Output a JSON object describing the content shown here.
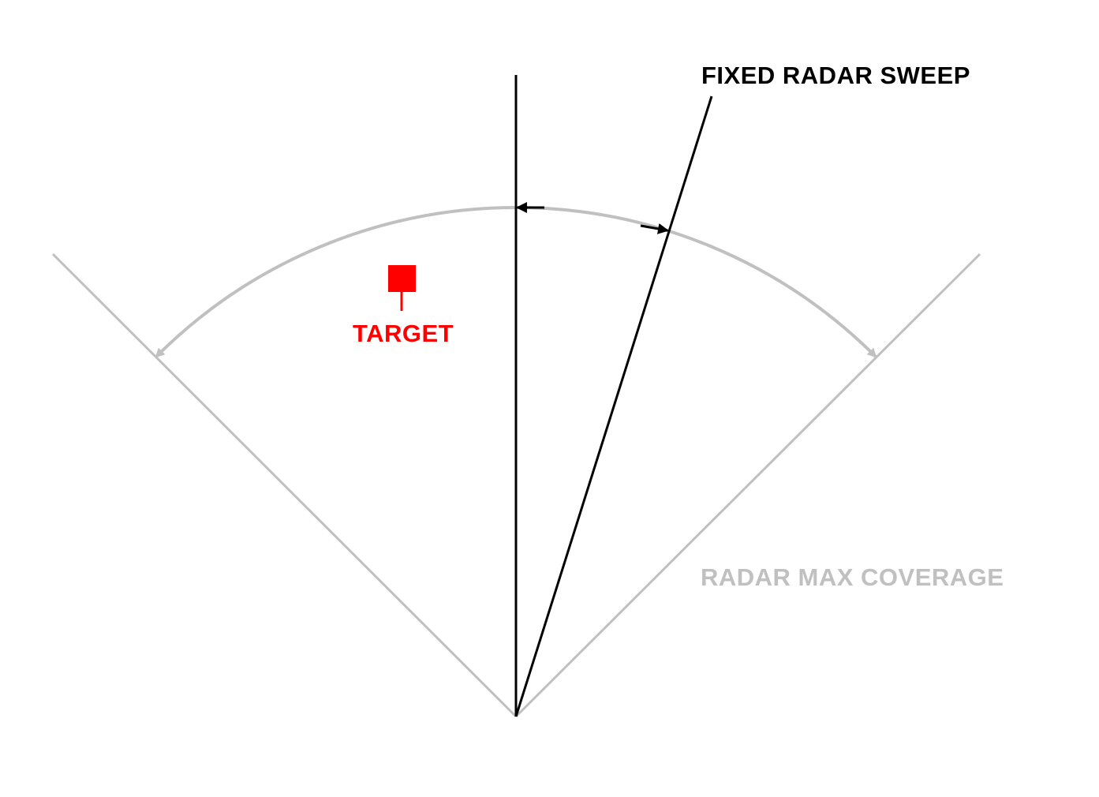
{
  "labels": {
    "sweep": "FIXED RADAR SWEEP",
    "coverage": "RADAR MAX COVERAGE",
    "target": "TARGET"
  },
  "colors": {
    "sweep_line": "#000000",
    "coverage": "#c0c0c0",
    "target": "#ff0000",
    "background": "#ffffff"
  }
}
